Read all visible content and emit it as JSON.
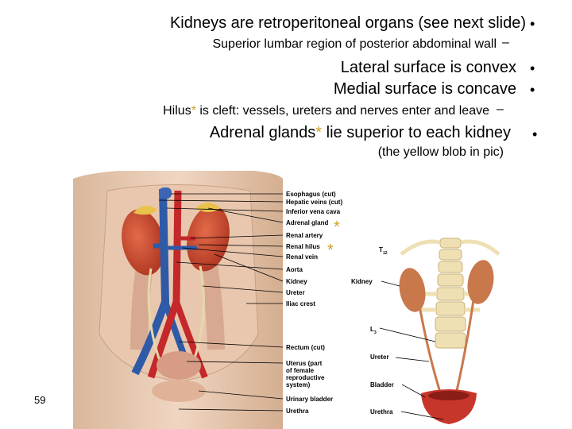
{
  "slide": {
    "bullets": [
      {
        "text": "Kidneys are retroperitoneal organs (see next slide)",
        "marker": "•"
      },
      {
        "text": "Superior lumbar region of posterior abdominal wall",
        "marker": "–"
      },
      {
        "text": "Lateral surface is convex",
        "marker": "•"
      },
      {
        "text": "Medial surface is concave",
        "marker": "•"
      },
      {
        "pre": "Hilus",
        "star": "*",
        "post": " is cleft: vessels, ureters and nerves enter and leave",
        "marker": "–"
      },
      {
        "pre": "Adrenal glands",
        "star": "*",
        "post": " lie superior to each kidney",
        "marker": "•"
      },
      {
        "text": "(the yellow blob in pic)"
      }
    ],
    "page_number": "59"
  },
  "figure_left": {
    "labels": [
      "Esophagus (cut)",
      "Hepatic veins (cut)",
      "Inferior vena cava",
      "Adrenal gland",
      "Renal artery",
      "Renal hilus",
      "Renal vein",
      "Aorta",
      "Kidney",
      "Ureter",
      "Iliac crest",
      "Rectum (cut)",
      "Uterus (part",
      "of female",
      "reproductive",
      "system)",
      "Urinary bladder",
      "Urethra"
    ],
    "star": "*"
  },
  "figure_right": {
    "labels": [
      "T",
      "12",
      "Kidney",
      "L",
      "3",
      "Ureter",
      "Bladder",
      "Urethra"
    ]
  },
  "colors": {
    "star": "#c9a227",
    "kidney": "#c2462f",
    "vein": "#2e5aa8",
    "artery": "#c4282a",
    "adrenal": "#e8c24a",
    "bone": "#efe0b4"
  }
}
